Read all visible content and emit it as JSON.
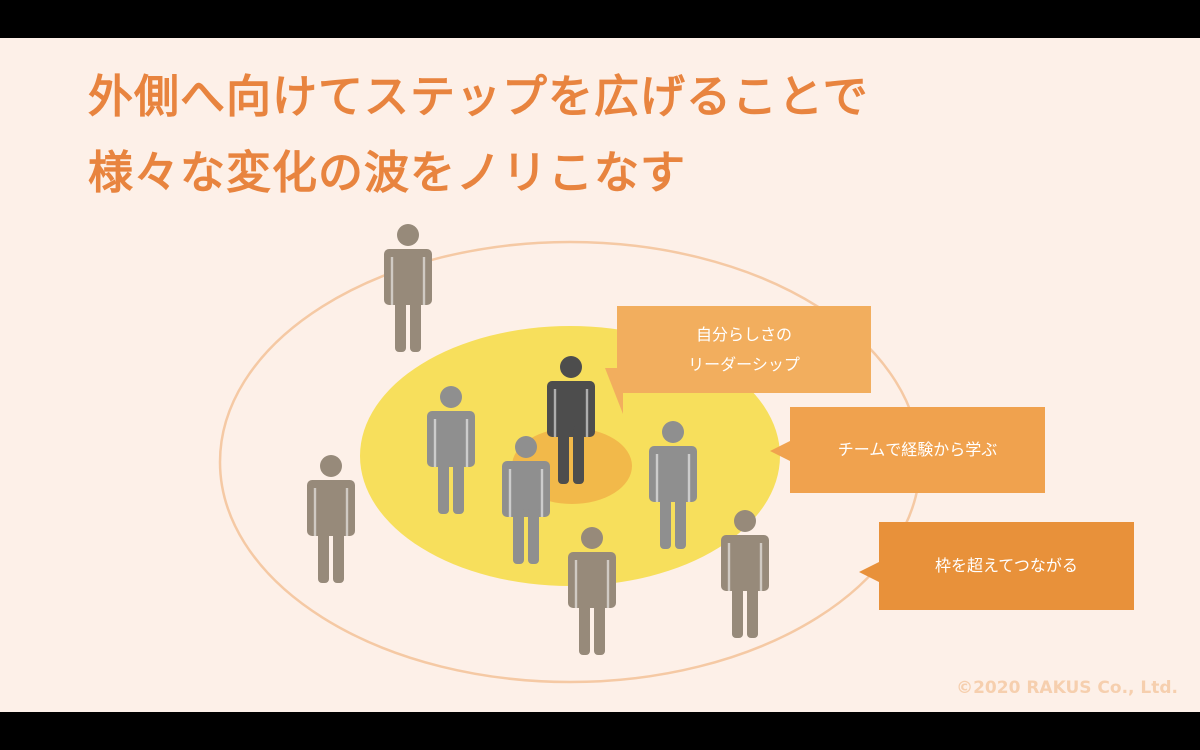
{
  "title": {
    "line1": "外側へ向けてステップを広げることで",
    "line2": "様々な変化の波をノリこなす"
  },
  "callouts": [
    {
      "lines": [
        "自分らしさの",
        "リーダーシップ"
      ]
    },
    {
      "lines": [
        "チームで経験から学ぶ"
      ]
    },
    {
      "lines": [
        "枠を超えてつながる"
      ]
    }
  ],
  "copyright": "©2020 RAKUS Co., Ltd.",
  "colors": {
    "background": "#fdf0e8",
    "title": "#e8843f",
    "outer_ring": "#f5c9a4",
    "middle_circle": "#f7df5c",
    "inner_circle": "#f2b94a",
    "person_center": "#4d4d4d",
    "person_middle": "#8f8f8f",
    "person_outer": "#978a7a"
  },
  "icons": {
    "person": "person-icon"
  }
}
